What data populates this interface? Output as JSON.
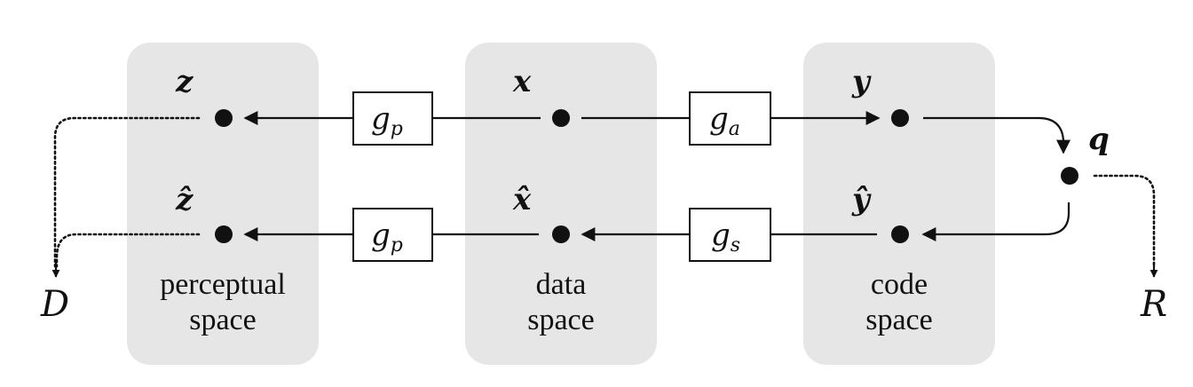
{
  "spaces": {
    "perceptual": {
      "line1": "perceptual",
      "line2": "space"
    },
    "data": {
      "line1": "data",
      "line2": "space"
    },
    "code": {
      "line1": "code",
      "line2": "space"
    }
  },
  "variables": {
    "z": "z",
    "z_hat": "ẑ",
    "x": "x",
    "x_hat": "x̂",
    "y": "y",
    "y_hat": "ŷ",
    "q": "q"
  },
  "transforms": {
    "gp_top": {
      "base": "g",
      "sub": "p"
    },
    "ga": {
      "base": "g",
      "sub": "a"
    },
    "gp_bottom": {
      "base": "g",
      "sub": "p"
    },
    "gs": {
      "base": "g",
      "sub": "s"
    }
  },
  "outputs": {
    "distortion": "D",
    "rate": "R"
  }
}
